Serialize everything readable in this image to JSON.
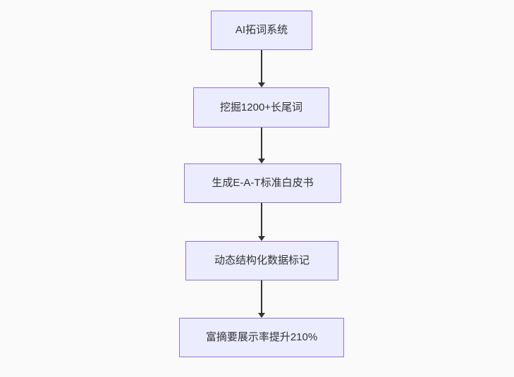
{
  "diagram": {
    "type": "flowchart-vertical-top-down",
    "background_color": "#fafafa",
    "node_fill_color": "#ECECFF",
    "node_border_color": "#9370DB",
    "text_color": "#333333",
    "arrow_color": "#333333",
    "nodes": [
      {
        "label": "AI拓词系统"
      },
      {
        "label": "挖掘1200+长尾词"
      },
      {
        "label": "生成E-A-T标准白皮书"
      },
      {
        "label": "动态结构化数据标记"
      },
      {
        "label": "富摘要展示率提升210%"
      }
    ],
    "edges": [
      {
        "from": 0,
        "to": 1
      },
      {
        "from": 1,
        "to": 2
      },
      {
        "from": 2,
        "to": 3
      },
      {
        "from": 3,
        "to": 4
      }
    ]
  }
}
